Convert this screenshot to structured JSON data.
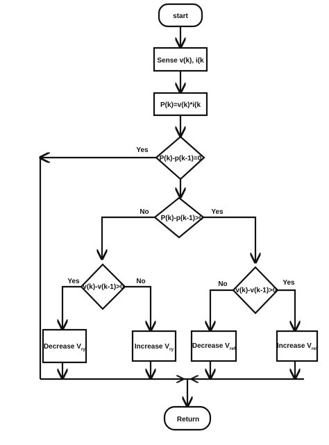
{
  "nodes": {
    "start": "start",
    "sense": "Sense v(k), i(k",
    "power": "P(k)=v(k)*i(k",
    "decision1": "P(k)-p(k-1)=0",
    "decision2": "P(k)-p(k-1)>0",
    "decision3": "v(k)-v(k-1)>0",
    "decision4": "v(k)-v(k-1)>0",
    "decrease_left": {
      "main": "Decrease V",
      "sub": "ry"
    },
    "increase_left": {
      "main": "Increase V",
      "sub": "ry"
    },
    "decrease_right": {
      "main": "Decrease V",
      "sub": "ref"
    },
    "increase_right": {
      "main": "Increase V",
      "sub": "ref"
    },
    "return": "Return"
  },
  "edges": {
    "d1_yes": "Yes",
    "d2_no": "No",
    "d2_yes": "Yes",
    "d3_yes": "Yes",
    "d3_no": "No",
    "d4_no": "No",
    "d4_yes": "Yes"
  }
}
